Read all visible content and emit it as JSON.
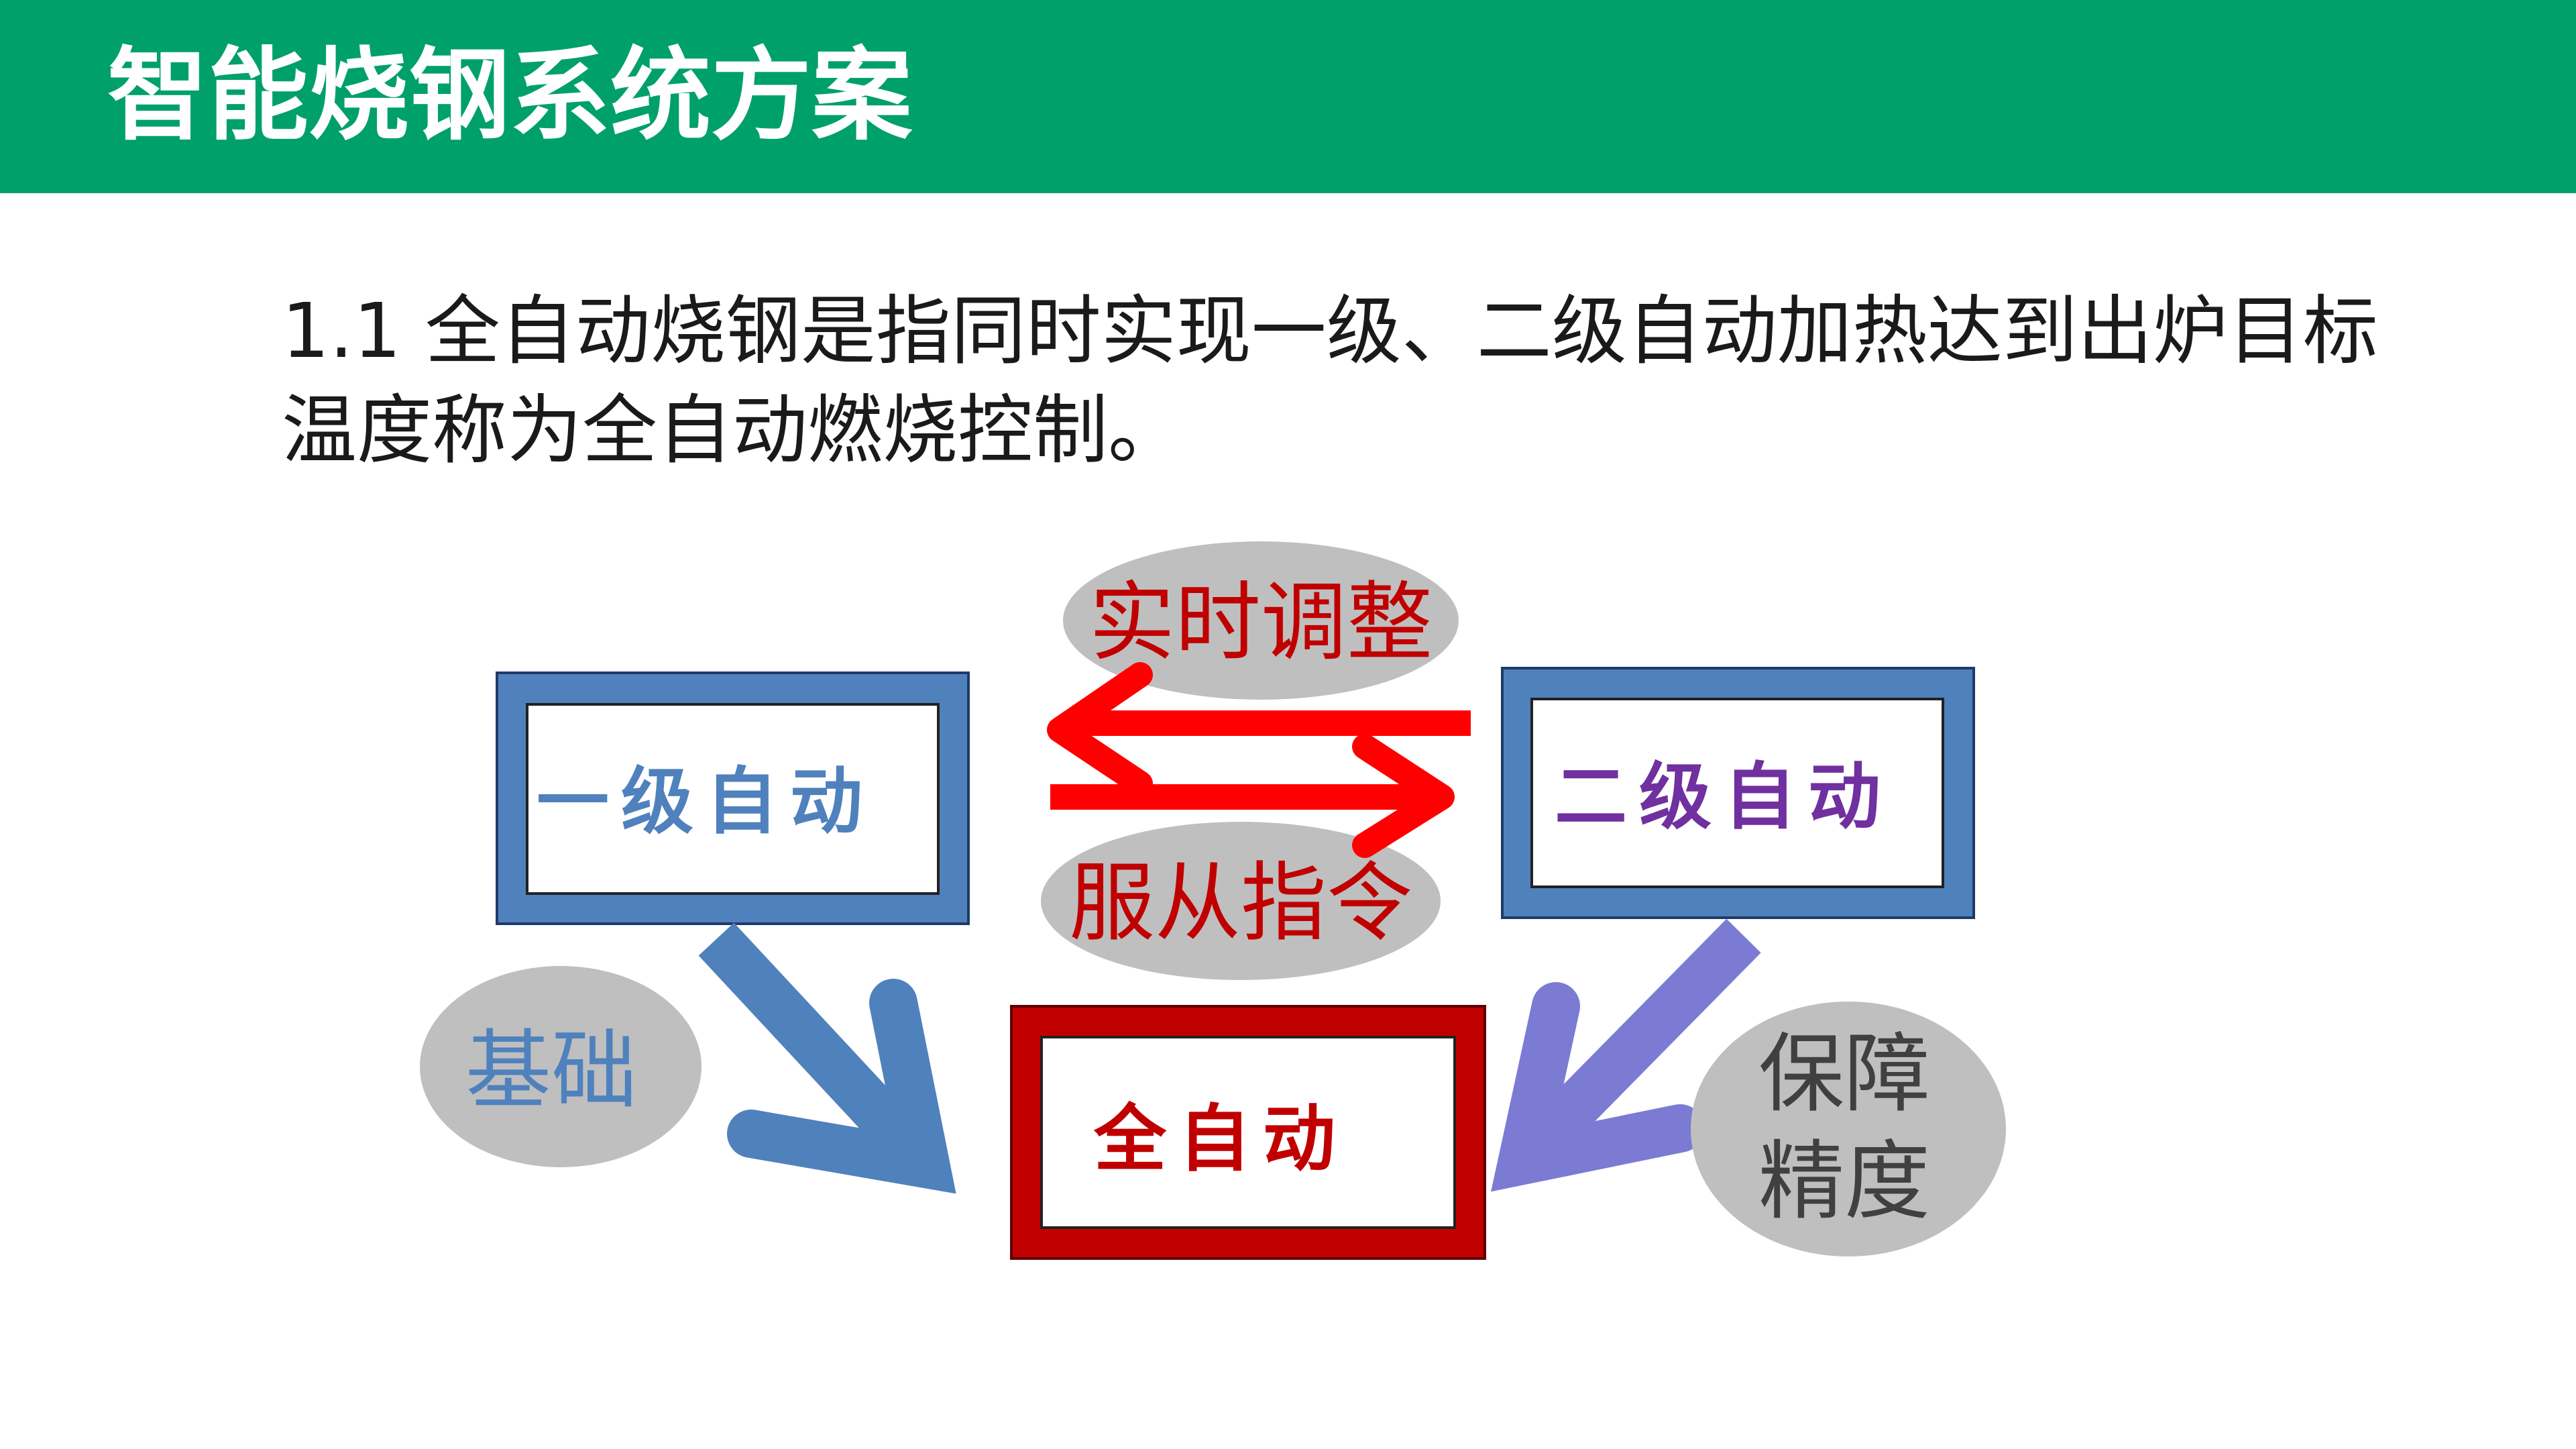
{
  "title": "智能烧钢系统方案",
  "intro": {
    "line1": "1.1 全自动烧钢是指同时实现一级、二级自动加热达到出炉目标",
    "line2": "温度称为全自动燃烧控制。"
  },
  "diagram": {
    "level1": "一级自动",
    "level2": "二级自动",
    "full_auto": "全自动",
    "realtime_adjust": "实时调整",
    "follow_command": "服从指令",
    "basis": "基础",
    "guarantee_line1": "保障",
    "guarantee_line2": "精度"
  },
  "colors": {
    "header": "#00a06b",
    "blue_box": "#4f81bd",
    "red_box": "#c00000",
    "arrow_red": "#ff0000",
    "arrow_blue": "#4f81bd",
    "arrow_purple": "#7b7bd4",
    "ellipse": "#bfbfbf",
    "text_red": "#c00000",
    "text_blue": "#4f81bd",
    "text_purple": "#7030a0"
  }
}
